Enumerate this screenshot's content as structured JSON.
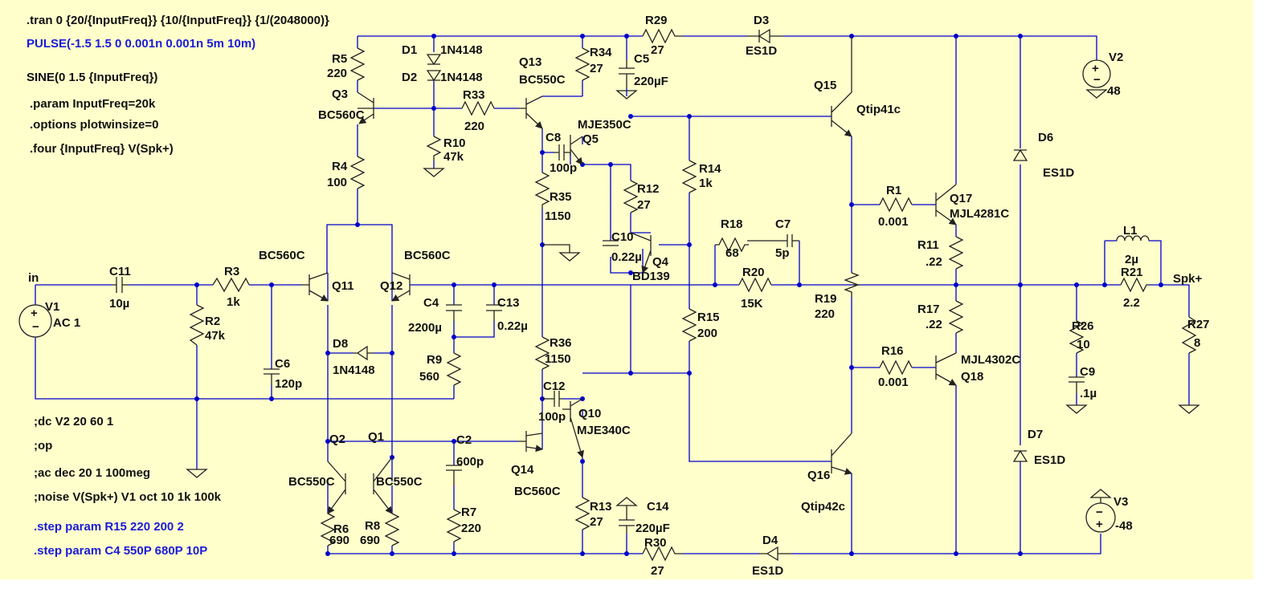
{
  "directives": [
    {
      "text": ".tran 0 {20/{InputFreq}} {10/{InputFreq}} {1/(2048000)}",
      "color": "#111111"
    },
    {
      "text": "PULSE(-1.5 1.5 0 0.001n 0.001n 5m 10m)",
      "color": "#1a1adb"
    },
    {
      "text": "SINE(0 1.5 {InputFreq})",
      "color": "#111111"
    },
    {
      "text": ".param InputFreq=20k",
      "color": "#111111"
    },
    {
      "text": ".options plotwinsize=0",
      "color": "#111111"
    },
    {
      "text": ".four {InputFreq} V(Spk+)",
      "color": "#111111"
    }
  ],
  "comments": [
    {
      "text": ";dc V2 20 60 1",
      "color": "#111111"
    },
    {
      "text": ";op",
      "color": "#111111"
    },
    {
      "text": ";ac dec 20 1 100meg",
      "color": "#111111"
    },
    {
      "text": ";noise V(Spk+) V1 oct 10 1k 100k",
      "color": "#111111"
    },
    {
      "text": ".step param R15 220 200 2",
      "color": "#1a1adb"
    },
    {
      "text": ".step param C4 550P 680P 10P",
      "color": "#1a1adb"
    }
  ],
  "labels": {
    "R29": "R29",
    "R29v": "27",
    "D3": "D3",
    "D3v": "ES1D",
    "V2": "V2",
    "V2v": "48",
    "R5": "R5",
    "R5v": "220",
    "D1": "D1",
    "D1v": "1N4148",
    "D2": "D2",
    "D2v": "1N4148",
    "Q13": "Q13",
    "Q13v": "BC550C",
    "R34": "R34",
    "R34v": "27",
    "C5": "C5",
    "C5v": "220µF",
    "Q3": "Q3",
    "Q3v": "BC560C",
    "R33": "R33",
    "R33v": "220",
    "R10": "R10",
    "R10v": "47k",
    "Q5v": "MJE350C",
    "Q5": "Q5",
    "C8": "C8",
    "C8v": "100p",
    "Q15": "Q15",
    "Q15v": "Qtip41c",
    "R4": "R4",
    "R4v": "100",
    "R35": "R35",
    "R35v": "1150",
    "R14": "R14",
    "R14v": "1k",
    "R12": "R12",
    "R12v": "27",
    "D6": "D6",
    "D6v": "ES1D",
    "R1": "R1",
    "R1v": "0.001",
    "Q17": "Q17",
    "Q17v": "MJL4281C",
    "C10": "C10",
    "C10v": "0.22µ",
    "Q4": "Q4",
    "Q4v": "BD139",
    "R18": "R18",
    "R18v": "68",
    "C7": "C7",
    "C7v": "5p",
    "R20": "R20",
    "R20v": "15K",
    "R11": "R11",
    "R11v": ".22",
    "L1": "L1",
    "L1v": "2µ",
    "R21": "R21",
    "R21v": "2.2",
    "Spk": "Spk+",
    "Q11v": "BC560C",
    "Q11": "Q11",
    "Q12v": "BC560C",
    "Q12": "Q12",
    "in": "in",
    "C11": "C11",
    "C11v": "10µ",
    "R3": "R3",
    "R3v": "1k",
    "V1": "V1",
    "V1v": "AC 1",
    "R2": "R2",
    "R2v": "47k",
    "C4": "C4",
    "C4v": "2200µ",
    "C13": "C13",
    "C13v": "0.22µ",
    "R19": "R19",
    "R19v": "220",
    "R15": "R15",
    "R15v": "200",
    "R17": "R17",
    "R17v": ".22",
    "R26": "R26",
    "R26v": "10",
    "R27": "R27",
    "R27v": "8",
    "C9": "C9",
    "C9v": ".1µ",
    "C6": "C6",
    "C6v": "120p",
    "D8": "D8",
    "D8v": "1N4148",
    "R9": "R9",
    "R9v": "560",
    "R36": "R36",
    "R36v": "1150",
    "R16": "R16",
    "R16v": "0.001",
    "Q18v": "MJL4302C",
    "Q18": "Q18",
    "C12": "C12",
    "C12v": "100p",
    "Q10": "Q10",
    "Q10v": "MJE340C",
    "Q2": "Q2",
    "Q1": "Q1",
    "C2": "C2",
    "C2v": "600p",
    "Q14": "Q14",
    "Q14v": "BC560C",
    "D7": "D7",
    "D7v": "ES1D",
    "Q2v": "BC550C",
    "Q1v": "BC550C",
    "Q16": "Q16",
    "Q16v": "Qtip42c",
    "R13": "R13",
    "R13v": "27",
    "C14": "C14",
    "C14v": "220µF",
    "V3": "V3",
    "V3v": "-48",
    "R6": "R6",
    "R6v": "690",
    "R8": "R8",
    "R8v": "690",
    "R7": "R7",
    "R7v": "220",
    "R30": "R30",
    "R30v": "27",
    "D4": "D4",
    "D4v": "ES1D"
  },
  "colors": {
    "background": "#ffffcc",
    "wire": "#0000cc",
    "component": "#222222",
    "directive": "#111111",
    "directive_alt": "#1a1adb"
  }
}
